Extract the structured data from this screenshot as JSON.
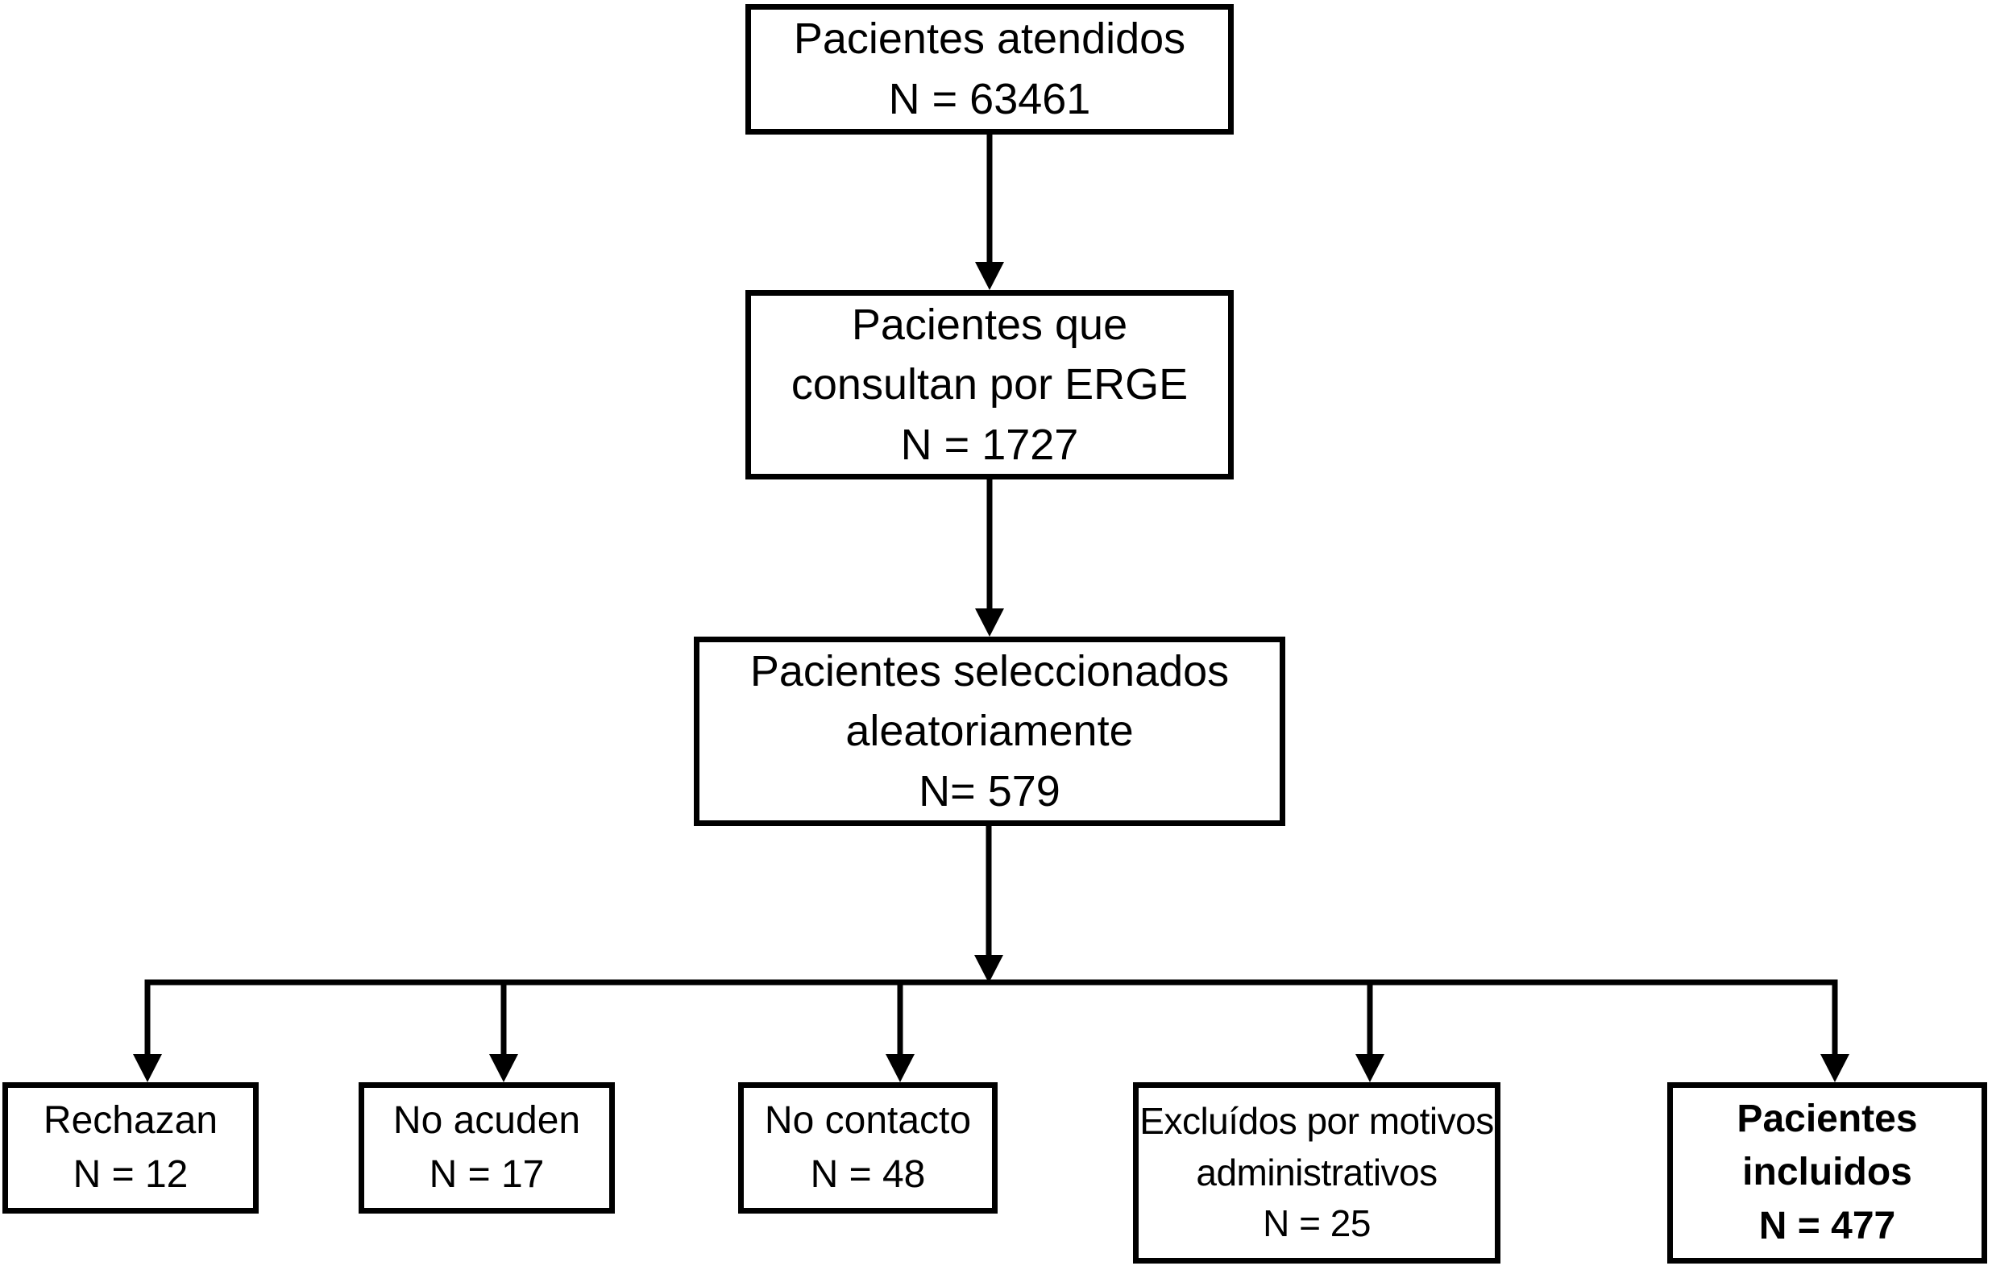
{
  "diagram": {
    "type": "patient-flow-diagram",
    "language": "es",
    "colors": {
      "line": "#000000",
      "text": "#000000",
      "background": "#ffffff"
    },
    "nodes": {
      "atendidos": {
        "line1": "Pacientes atendidos",
        "n": "N = 63461"
      },
      "erge": {
        "line1": "Pacientes que",
        "line2": "consultan por ERGE",
        "n": "N = 1727"
      },
      "aleatorios": {
        "line1": "Pacientes seleccionados",
        "line2": "aleatoriamente",
        "n": "N= 579"
      },
      "rechazan": {
        "line1": "Rechazan",
        "n": "N = 12"
      },
      "no_acuden": {
        "line1": "No acuden",
        "n": "N = 17"
      },
      "no_contacto": {
        "line1": "No contacto",
        "n": "N = 48"
      },
      "excluidos": {
        "line1": "Excluídos por motivos",
        "line2": "administrativos",
        "n": "N = 25"
      },
      "incluidos": {
        "line1": "Pacientes",
        "line2": "incluidos",
        "n": "N = 477"
      }
    },
    "edges": [
      "atendidos -> erge",
      "erge -> aleatorios",
      "aleatorios -> rechazan",
      "aleatorios -> no_acuden",
      "aleatorios -> no_contacto",
      "aleatorios -> excluidos",
      "aleatorios -> incluidos"
    ]
  }
}
